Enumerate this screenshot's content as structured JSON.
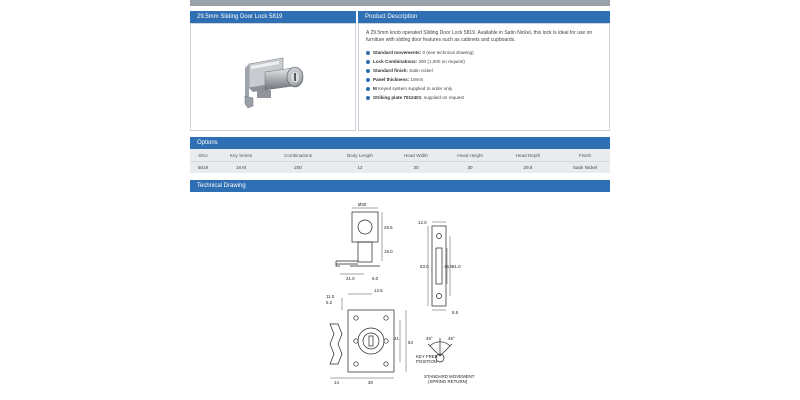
{
  "product": {
    "title": "29.5mm Sliding Door Lock 5819"
  },
  "description": {
    "header": "Product Description",
    "text": "A 29.5mm knob operated Sliding Door Lock 5819. Available in Satin Nickel, this lock is ideal for use on furniture with sliding door features such as cabinets and cupboards.",
    "bullets": [
      {
        "label": "Standard movements:",
        "value": "0 (see technical drawing)"
      },
      {
        "label": "Lock Combinations:",
        "value": "200 (1,000 on request)"
      },
      {
        "label": "Standard finish:",
        "value": "Satin nickel"
      },
      {
        "label": "Panel thickness:",
        "value": "19mm"
      },
      {
        "label": "M",
        "value": "Keyed system supplied to order only"
      },
      {
        "label": "Striking plate 7012401",
        "value": ": supplied on request"
      }
    ]
  },
  "options": {
    "header": "Options",
    "columns": [
      "SKU",
      "Key Series",
      "Combinations",
      "Body Length",
      "Head Width",
      "Head Height",
      "Head Depth",
      "Finish"
    ],
    "rows": [
      [
        "5819",
        "18 M",
        "200",
        "12",
        "30",
        "30",
        "29.5",
        "Satin Nickel"
      ]
    ]
  },
  "drawing": {
    "header": "Technical Drawing",
    "labels": {
      "d_dia": "Ø30",
      "d_295": "29.5",
      "d_190": "19.0",
      "d_210": "21.0",
      "d_60": "6.0",
      "d_120": "12.0",
      "d_630": "63.0",
      "d_450": "45.0",
      "d_610": "61.0",
      "d_55": "5.5",
      "d_110": "11.0",
      "d_62": "6.2",
      "d_125": "12.5",
      "d_41": "41",
      "d_54": "54",
      "d_14": "14",
      "d_30": "30",
      "angle_left": "45°",
      "angle_right": "45°",
      "key_free_1": "KEY FREE",
      "key_free_2": "POSITION",
      "movement_1": "STANDARD MOVEMENT",
      "movement_2": "(SPRING RETURN)"
    }
  }
}
